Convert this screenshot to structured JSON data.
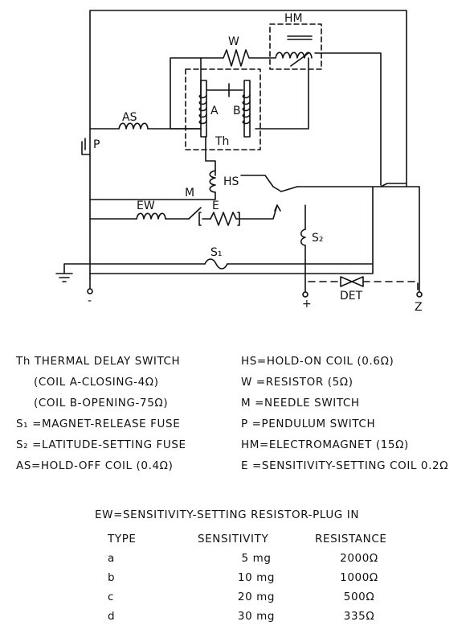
{
  "diagram": {
    "labels": {
      "hm": "HM",
      "w": "W",
      "as": "AS",
      "a": "A",
      "b": "B",
      "th": "Th",
      "p": "P",
      "hs": "HS",
      "m": "M",
      "ew": "EW",
      "e": "E",
      "s2": "S₂",
      "s1": "S₁",
      "minus": "-",
      "plus": "+",
      "det": "DET",
      "z": "Z"
    }
  },
  "legend_left": [
    "Th  THERMAL DELAY SWITCH",
    "(COIL A-CLOSING-4Ω)",
    "(COIL B-OPENING-75Ω)",
    "S₁ =MAGNET-RELEASE FUSE",
    "S₂ =LATITUDE-SETTING FUSE",
    "AS=HOLD-OFF COIL (0.4Ω)"
  ],
  "legend_right": [
    "HS=HOLD-ON COIL (0.6Ω)",
    "W =RESISTOR (5Ω)",
    "M =NEEDLE SWITCH",
    "P =PENDULUM SWITCH",
    "HM=ELECTROMAGNET (15Ω)",
    "E =SENSITIVITY-SETTING COIL 0.2Ω"
  ],
  "ew_table": {
    "title": "EW=SENSITIVITY-SETTING RESISTOR-PLUG IN",
    "headers": [
      "TYPE",
      "SENSITIVITY",
      "RESISTANCE"
    ],
    "rows": [
      [
        "a",
        "5  mg",
        "2000Ω"
      ],
      [
        "b",
        "10  mg",
        "1000Ω"
      ],
      [
        "c",
        "20  mg",
        "500Ω"
      ],
      [
        "d",
        "30  mg",
        "335Ω"
      ]
    ]
  }
}
